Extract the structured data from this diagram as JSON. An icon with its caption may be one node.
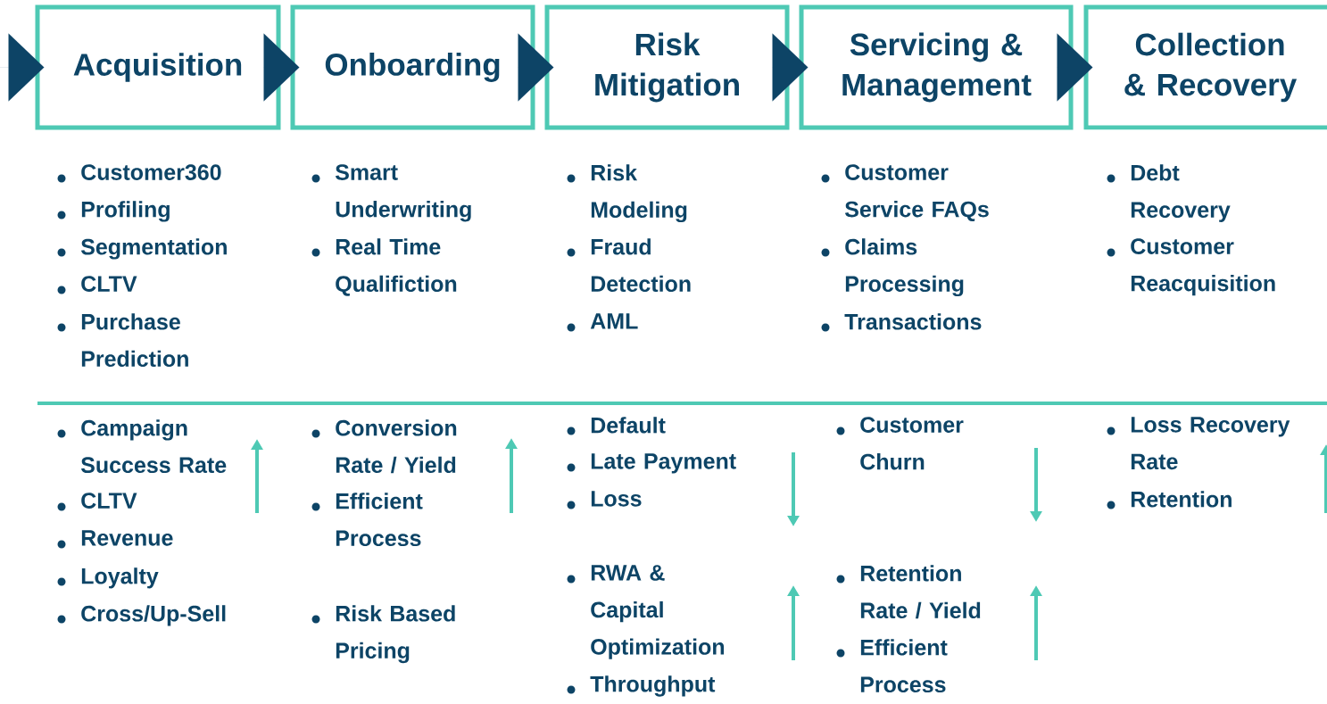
{
  "diagram": {
    "nodes": [
      {
        "text": [
          "Acquisition"
        ]
      },
      {
        "text": [
          "Onboarding"
        ]
      },
      {
        "text": [
          "Risk Mitigation"
        ]
      },
      {
        "text": [
          "Servicing & Management"
        ]
      },
      {
        "text": [
          "Collection & Recovery"
        ]
      }
    ],
    "edges": [
      {
        "from": null,
        "to": 0,
        "arrow": "to"
      },
      {
        "from": 0,
        "to": 1,
        "arrow": "to"
      },
      {
        "from": 1,
        "to": 2,
        "arrow": "to"
      },
      {
        "from": 2,
        "to": 3,
        "arrow": "to"
      },
      {
        "from": 3,
        "to": 4,
        "arrow": "to"
      }
    ],
    "labels": [
      "Customer360",
      "Profiling",
      "Segmentation",
      "CLTV",
      "Purchase Prediction",
      "Smart Underwriting",
      "Real Time Qualifiction",
      "Risk Modeling",
      "Fraud Detection",
      "AML",
      "Customer Service FAQs",
      "Claims Processing",
      "Transactions",
      "Debt Recovery",
      "Customer Reacquisition",
      "Campaign Success Rate",
      "CLTV",
      "Revenue",
      "Loyalty",
      "Cross/Up-Sell",
      "Conversion Rate / Yield",
      "Efficient Process",
      "Risk Based Pricing",
      "Default",
      "Late Payment",
      "Loss",
      "RWA & Capital Optimization",
      "Throughput",
      "Customer Churn",
      "Retention Rate / Yield",
      "Efficient Process",
      "Loss Recovery Rate",
      "Retention"
    ]
  }
}
